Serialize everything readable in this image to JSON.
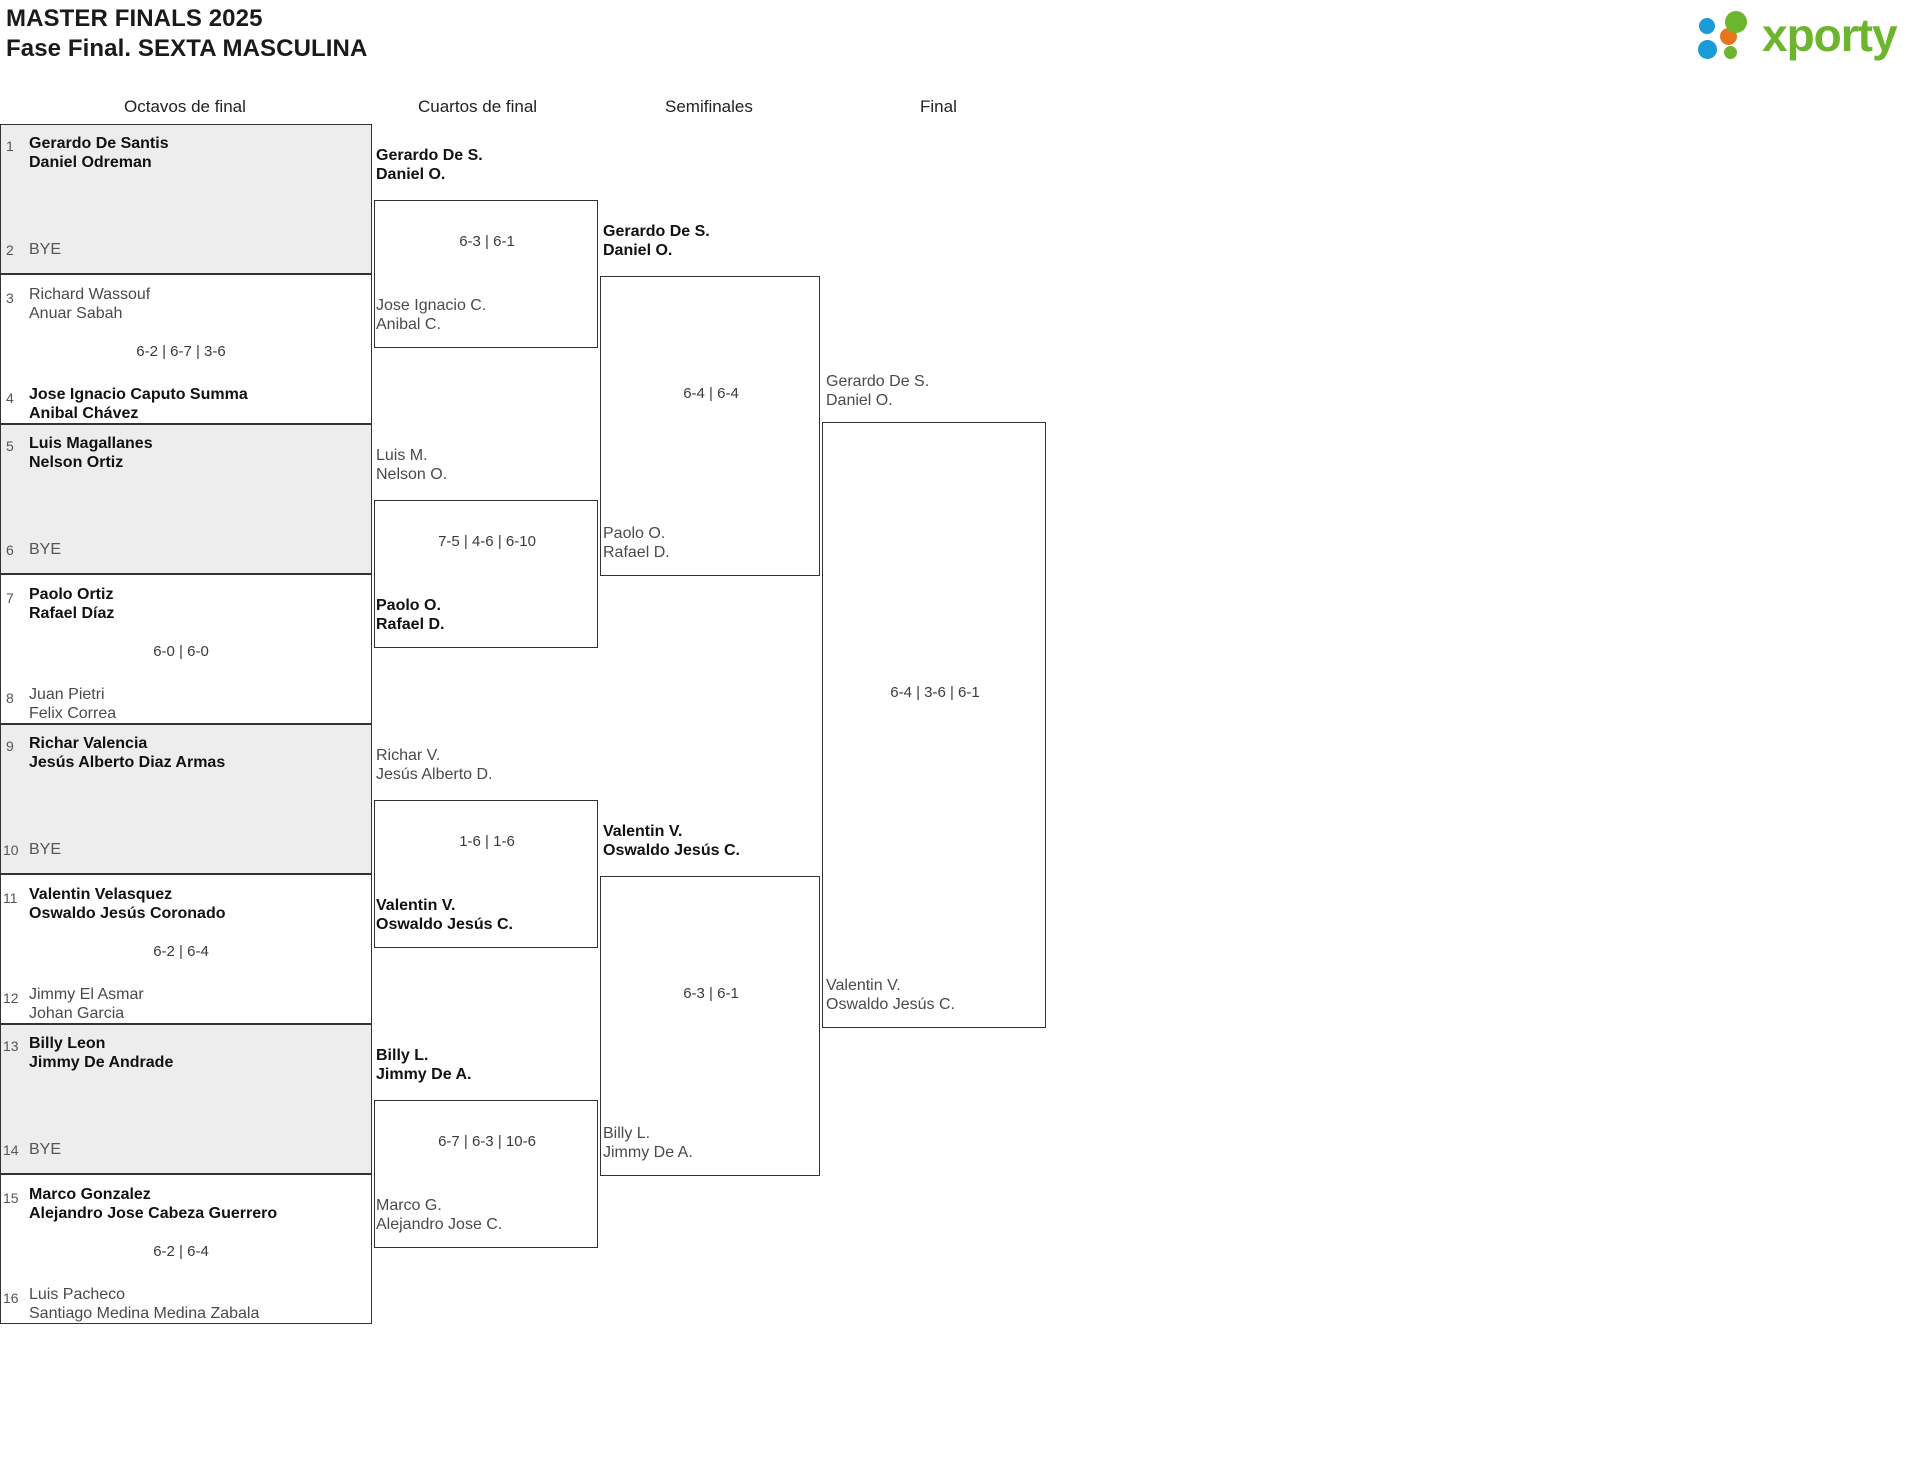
{
  "header": {
    "title_line1": "MASTER FINALS 2025",
    "title_line2": "Fase Final. SEXTA MASCULINA",
    "logo_text": "xporty",
    "logo_colors": {
      "green": "#6cb52d",
      "blue": "#1a9bd7",
      "orange": "#e8751a"
    }
  },
  "rounds": [
    {
      "id": "r16",
      "label": "Octavos de final"
    },
    {
      "id": "qf",
      "label": "Cuartos de final"
    },
    {
      "id": "sf",
      "label": "Semifinales"
    },
    {
      "id": "f",
      "label": "Final"
    }
  ],
  "bye_label": "BYE",
  "colors": {
    "shaded_row": "#ededed",
    "line": "#333333",
    "winner_text": "#111111",
    "loser_text": "#4a4a4a"
  },
  "round16": [
    {
      "seed_top": "1",
      "seed_bottom": "2",
      "top": {
        "p1": "Gerardo De Santis",
        "p2": "Daniel Odreman",
        "winner": true
      },
      "bottom": {
        "bye": "BYE"
      },
      "score": "",
      "shaded": true
    },
    {
      "seed_top": "3",
      "seed_bottom": "4",
      "top": {
        "p1": "Richard Wassouf",
        "p2": "Anuar Sabah",
        "winner": false
      },
      "bottom": {
        "p1": "Jose Ignacio Caputo Summa",
        "p2": "Anibal Chávez",
        "winner": true
      },
      "score": "6-2 | 6-7 | 3-6",
      "shaded": false
    },
    {
      "seed_top": "5",
      "seed_bottom": "6",
      "top": {
        "p1": "Luis Magallanes",
        "p2": "Nelson Ortiz",
        "winner": true
      },
      "bottom": {
        "bye": "BYE"
      },
      "score": "",
      "shaded": true
    },
    {
      "seed_top": "7",
      "seed_bottom": "8",
      "top": {
        "p1": "Paolo Ortiz",
        "p2": "Rafael Díaz",
        "winner": true
      },
      "bottom": {
        "p1": "Juan Pietri",
        "p2": "Felix Correa",
        "winner": false
      },
      "score": "6-0 | 6-0",
      "shaded": false
    },
    {
      "seed_top": "9",
      "seed_bottom": "10",
      "top": {
        "p1": "Richar Valencia",
        "p2": "Jesús Alberto Diaz Armas",
        "winner": true
      },
      "bottom": {
        "bye": "BYE"
      },
      "score": "",
      "shaded": true
    },
    {
      "seed_top": "11",
      "seed_bottom": "12",
      "top": {
        "p1": "Valentin Velasquez",
        "p2": "Oswaldo Jesús Coronado",
        "winner": true
      },
      "bottom": {
        "p1": "Jimmy El Asmar",
        "p2": "Johan Garcia",
        "winner": false
      },
      "score": "6-2 | 6-4",
      "shaded": false
    },
    {
      "seed_top": "13",
      "seed_bottom": "14",
      "top": {
        "p1": "Billy Leon",
        "p2": "Jimmy De Andrade",
        "winner": true
      },
      "bottom": {
        "bye": "BYE"
      },
      "score": "",
      "shaded": true
    },
    {
      "seed_top": "15",
      "seed_bottom": "16",
      "top": {
        "p1": "Marco Gonzalez",
        "p2": "Alejandro Jose Cabeza Guerrero",
        "winner": true
      },
      "bottom": {
        "p1": "Luis Pacheco",
        "p2": "Santiago Medina Medina Zabala",
        "winner": false
      },
      "score": "6-2 | 6-4",
      "shaded": false
    }
  ],
  "quarters": [
    {
      "top": {
        "p1": "Gerardo De S.",
        "p2": "Daniel O.",
        "winner": true
      },
      "bottom": {
        "p1": "Jose Ignacio C.",
        "p2": "Anibal C.",
        "winner": false
      },
      "score": "6-3 | 6-1"
    },
    {
      "top": {
        "p1": "Luis M.",
        "p2": "Nelson O.",
        "winner": false
      },
      "bottom": {
        "p1": "Paolo O.",
        "p2": "Rafael D.",
        "winner": true
      },
      "score": "7-5 | 4-6 | 6-10"
    },
    {
      "top": {
        "p1": "Richar V.",
        "p2": "Jesús Alberto D.",
        "winner": false
      },
      "bottom": {
        "p1": "Valentin V.",
        "p2": "Oswaldo Jesús C.",
        "winner": true
      },
      "score": "1-6 | 1-6"
    },
    {
      "top": {
        "p1": "Billy L.",
        "p2": "Jimmy De A.",
        "winner": true
      },
      "bottom": {
        "p1": "Marco G.",
        "p2": "Alejandro Jose C.",
        "winner": false
      },
      "score": "6-7 | 6-3 | 10-6"
    }
  ],
  "semis": [
    {
      "top": {
        "p1": "Gerardo De S.",
        "p2": "Daniel O.",
        "winner": true
      },
      "bottom": {
        "p1": "Paolo O.",
        "p2": "Rafael D.",
        "winner": false
      },
      "score": "6-4 | 6-4"
    },
    {
      "top": {
        "p1": "Valentin V.",
        "p2": "Oswaldo Jesús C.",
        "winner": true
      },
      "bottom": {
        "p1": "Billy L.",
        "p2": "Jimmy De A.",
        "winner": false
      },
      "score": "6-3 | 6-1"
    }
  ],
  "final": {
    "top": {
      "p1": "Gerardo De S.",
      "p2": "Daniel O.",
      "winner": false
    },
    "bottom": {
      "p1": "Valentin V.",
      "p2": "Oswaldo Jesús C.",
      "winner": false
    },
    "score": "6-4 | 3-6 | 6-1"
  }
}
